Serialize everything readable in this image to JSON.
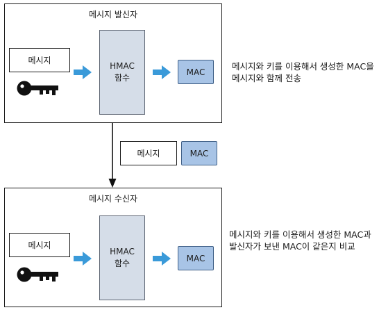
{
  "sender": {
    "title": "메시지 발신자",
    "message_label": "메시지",
    "hmac_line1": "HMAC",
    "hmac_line2": "함수",
    "mac_label": "MAC"
  },
  "transmission": {
    "message_label": "메시지",
    "mac_label": "MAC"
  },
  "receiver": {
    "title": "메시지 수신자",
    "message_label": "메시지",
    "hmac_line1": "HMAC",
    "hmac_line2": "함수",
    "mac_label": "MAC"
  },
  "notes": {
    "sender_line1": "메시지와 키를 이용해서 생성한 MAC을",
    "sender_line2": "메시지와 함께 전송",
    "receiver_line1": "메시지와 키를 이용해서 생성한 MAC과",
    "receiver_line2": "발신자가 보낸 MAC이 같은지 비교"
  },
  "colors": {
    "flow_arrow": "#3a9ad9",
    "hmac_fill": "#d5dde8",
    "mac_fill": "#a8c4e6"
  },
  "icons": [
    "key-icon",
    "right-arrow-icon",
    "down-arrow-icon"
  ]
}
